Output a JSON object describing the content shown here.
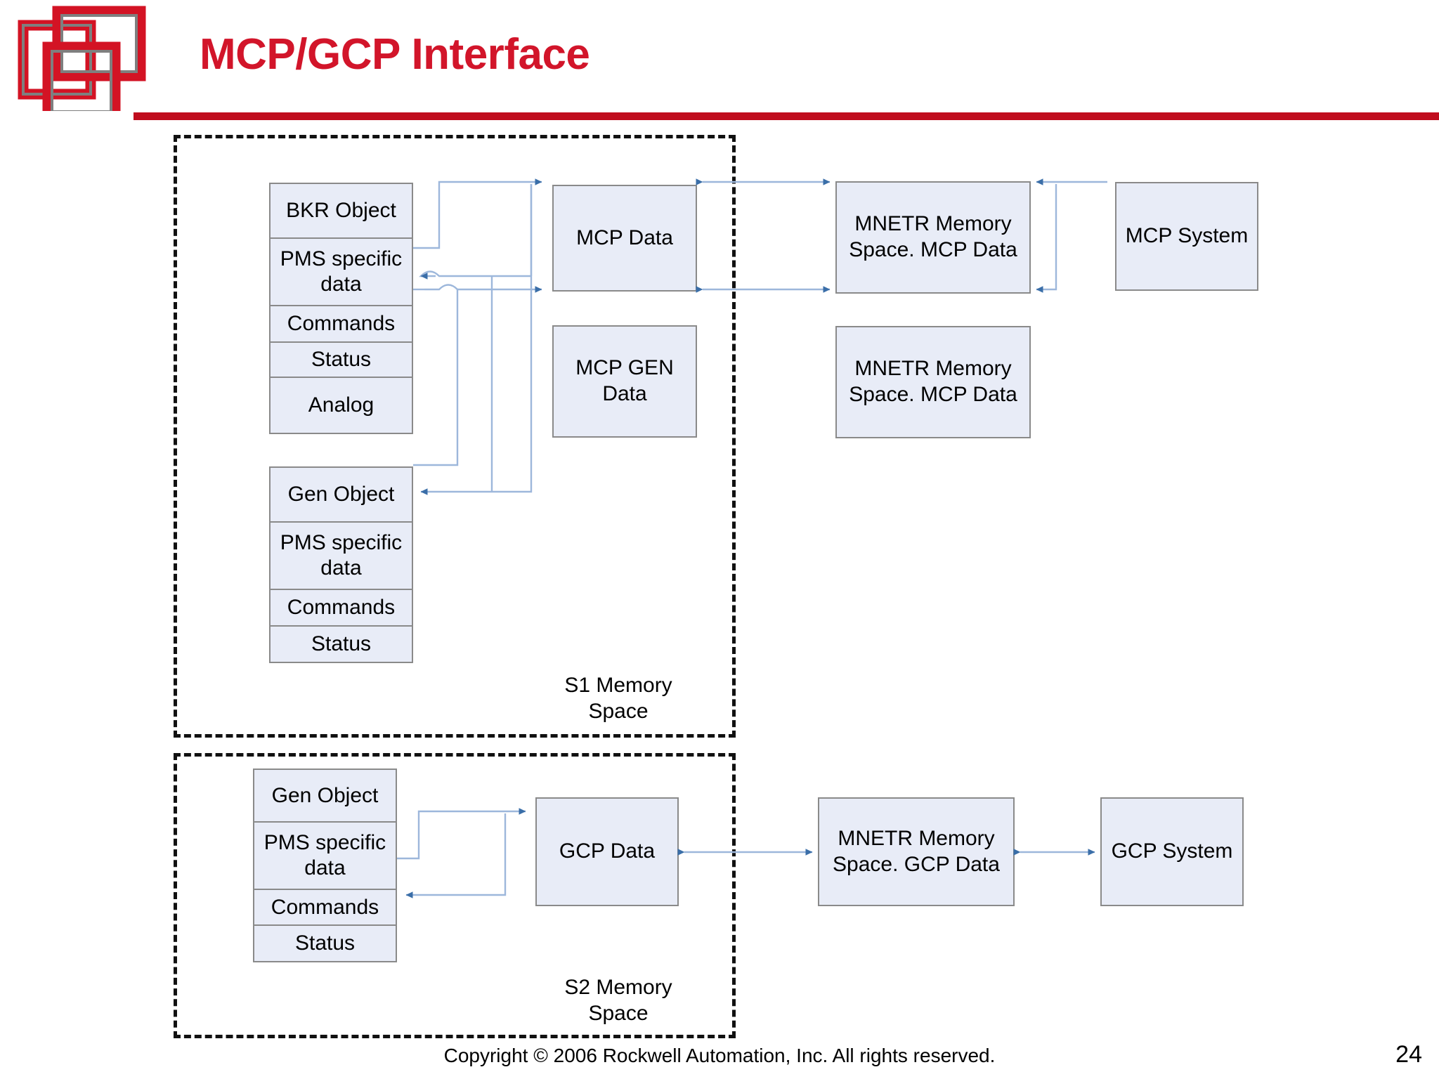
{
  "header": {
    "title": "MCP/GCP Interface",
    "logo_name": "rockwell-automation-logo",
    "brand_red": "#c00d1e",
    "title_red": "#d2152a"
  },
  "theme": {
    "box_fill": "#e8ecf7",
    "box_border": "#8a8a8a",
    "connector": "#9db7db",
    "arrowhead": "#3a6ea8",
    "dashed_border": "#111111"
  },
  "regions": [
    {
      "id": "s1",
      "label": "S1 Memory\nSpace"
    },
    {
      "id": "s2",
      "label": "S2 Memory\nSpace"
    }
  ],
  "tables": [
    {
      "id": "bkr-object",
      "rows": [
        "BKR Object",
        "PMS specific\ndata",
        "Commands",
        "Status",
        "Analog"
      ]
    },
    {
      "id": "gen-object-s1",
      "rows": [
        "Gen Object",
        "PMS specific\ndata",
        "Commands",
        "Status"
      ]
    },
    {
      "id": "gen-object-s2",
      "rows": [
        "Gen Object",
        "PMS specific\ndata",
        "Commands",
        "Status"
      ]
    }
  ],
  "boxes": {
    "mcp_data": "MCP Data",
    "mcp_gen_data": "MCP GEN\nData",
    "mnetr_mcp_top": "MNETR Memory\nSpace. MCP Data",
    "mnetr_mcp_bottom": "MNETR Memory\nSpace. MCP Data",
    "mcp_system": "MCP System",
    "gcp_data": "GCP Data",
    "mnetr_gcp": "MNETR Memory\nSpace. GCP Data",
    "gcp_system": "GCP System"
  },
  "footer": {
    "copyright": "Copyright © 2006 Rockwell Automation, Inc. All rights reserved.",
    "page_number": "24"
  }
}
